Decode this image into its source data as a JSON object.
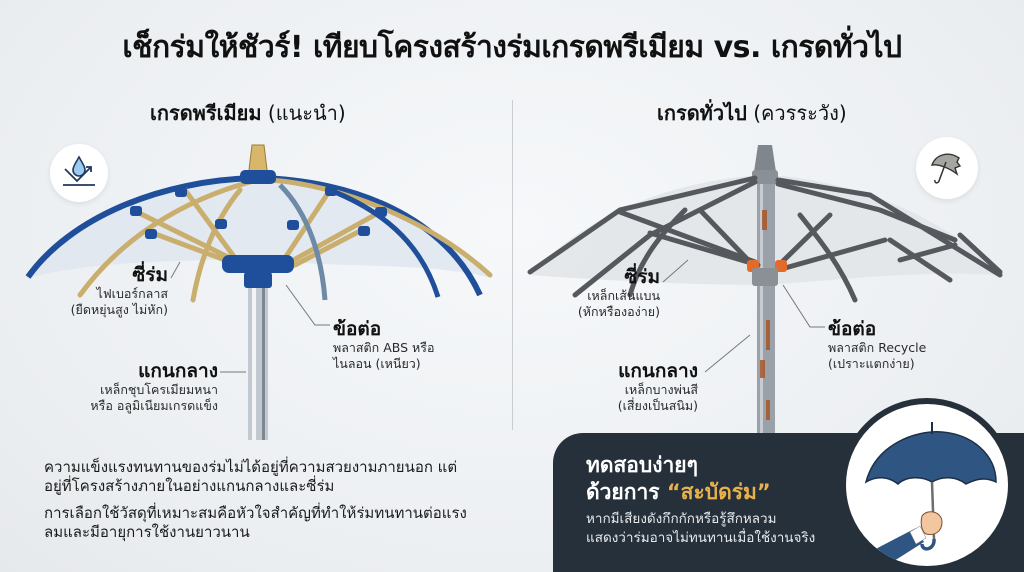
{
  "title": "เช็กร่มให้ชัวร์! เทียบโครงสร้างร่มเกรดพรีเมียม vs. เกรดทั่วไป",
  "premium": {
    "heading": "เกรดพรีเมียม",
    "heading_note": "(แนะนำ)",
    "icon": "water-repellent-icon",
    "colors": {
      "frame": "#1f4f9a",
      "ribs": "#c9ae6e",
      "shaft": "#b8c0c8",
      "tip": "#d8b66a"
    },
    "labels": {
      "ribs": {
        "title": "ซี่ร่ม",
        "lines": [
          "ไฟเบอร์กลาส",
          "(ยืดหยุ่นสูง ไม่หัก)"
        ]
      },
      "joint": {
        "title": "ข้อต่อ",
        "lines": [
          "พลาสติก ABS หรือ",
          "ไนลอน (เหนียว)"
        ]
      },
      "shaft": {
        "title": "แกนกลาง",
        "lines": [
          "เหล็กชุบโครเมียมหนา",
          "หรือ อลูมิเนียมเกรดแข็ง"
        ]
      }
    }
  },
  "standard": {
    "heading": "เกรดทั่วไป",
    "heading_note": "(ควรระวัง)",
    "icon": "broken-umbrella-icon",
    "colors": {
      "frame": "#55595e",
      "joint": "#e46a2a",
      "rust": "#a5562a",
      "shaft": "#9aa1a8"
    },
    "labels": {
      "ribs": {
        "title": "ซี่ร่ม",
        "lines": [
          "เหล็กเส้นแบน",
          "(หักหรืององ่าย)"
        ]
      },
      "joint": {
        "title": "ข้อต่อ",
        "lines": [
          "พลาสติก Recycle",
          "(เปราะแตกง่าย)"
        ]
      },
      "shaft": {
        "title": "แกนกลาง",
        "lines": [
          "เหล็กบางพ่นสี",
          "(เสี่ยงเป็นสนิม)"
        ]
      }
    }
  },
  "summary": {
    "paragraphs": [
      "ความแข็งแรงทนทานของร่มไม่ได้อยู่ที่ความสวยงามภายนอก แต่อยู่ที่โครงสร้างภายในอย่างแกนกลางและซี่ร่ม",
      "การเลือกใช้วัสดุที่เหมาะสมคือหัวใจสำคัญที่ทำให้ร่มทนทานต่อแรงลมและมีอายุการใช้งานยาวนาน"
    ]
  },
  "tip_panel": {
    "heading_line1": "ทดสอบง่ายๆ",
    "heading_line2_prefix": "ด้วยการ ",
    "heading_highlight": "“สะบัดร่ม”",
    "description_line1": "หากมีเสียงดังกึกกักหรือรู้สึกหลวม",
    "description_line2": "แสดงว่าร่มอาจไม่ทนทานเมื่อใช้งานจริง",
    "illustration": "hand-holding-umbrella-icon",
    "colors": {
      "background": "#26303b",
      "accent": "#e8b14a",
      "umbrella": "#2f5683"
    }
  }
}
